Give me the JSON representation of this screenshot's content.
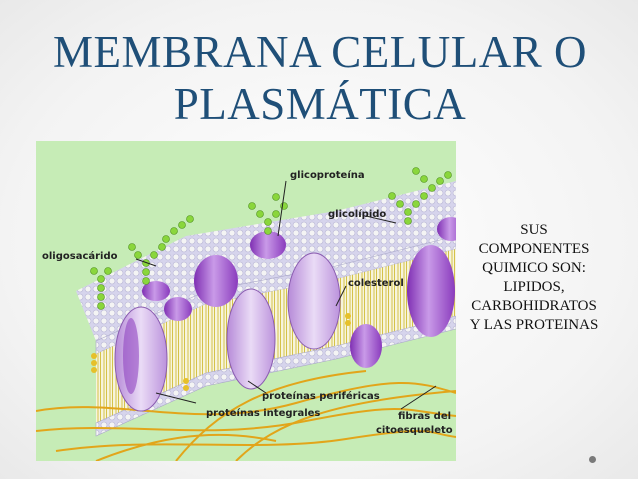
{
  "slide": {
    "title_line1": "MEMBRANA CELULAR O",
    "title_line2": "PLASMÁTICA",
    "side_text_lines": [
      "SUS",
      "COMPONENTES",
      "QUIMICO SON:",
      "LIPIDOS,",
      "CARBOHIDRATOS",
      "Y LAS PROTEINAS"
    ]
  },
  "diagram": {
    "labels": {
      "glicoproteina": "glicoproteína",
      "glicolipido": "glicolípido",
      "oligosacarido": "oligosacárido",
      "colesterol": "colesterol",
      "proteinas_perifericas": "proteínas periféricas",
      "proteinas_integrales": "proteínas integrales",
      "fibras_del": "fibras del",
      "citoesqueleto": "citoesqueleto"
    },
    "colors": {
      "background": "#c6ecb6",
      "membrane_surface": "#d6d4ec",
      "lipid_heads": "#f4f4f4",
      "lipid_tails": "#d8c84a",
      "protein": "#b07ad8",
      "protein_dark": "#8a3bbd",
      "sugar_chain": "#8ad63c",
      "fibers": "#e2a51a"
    }
  }
}
